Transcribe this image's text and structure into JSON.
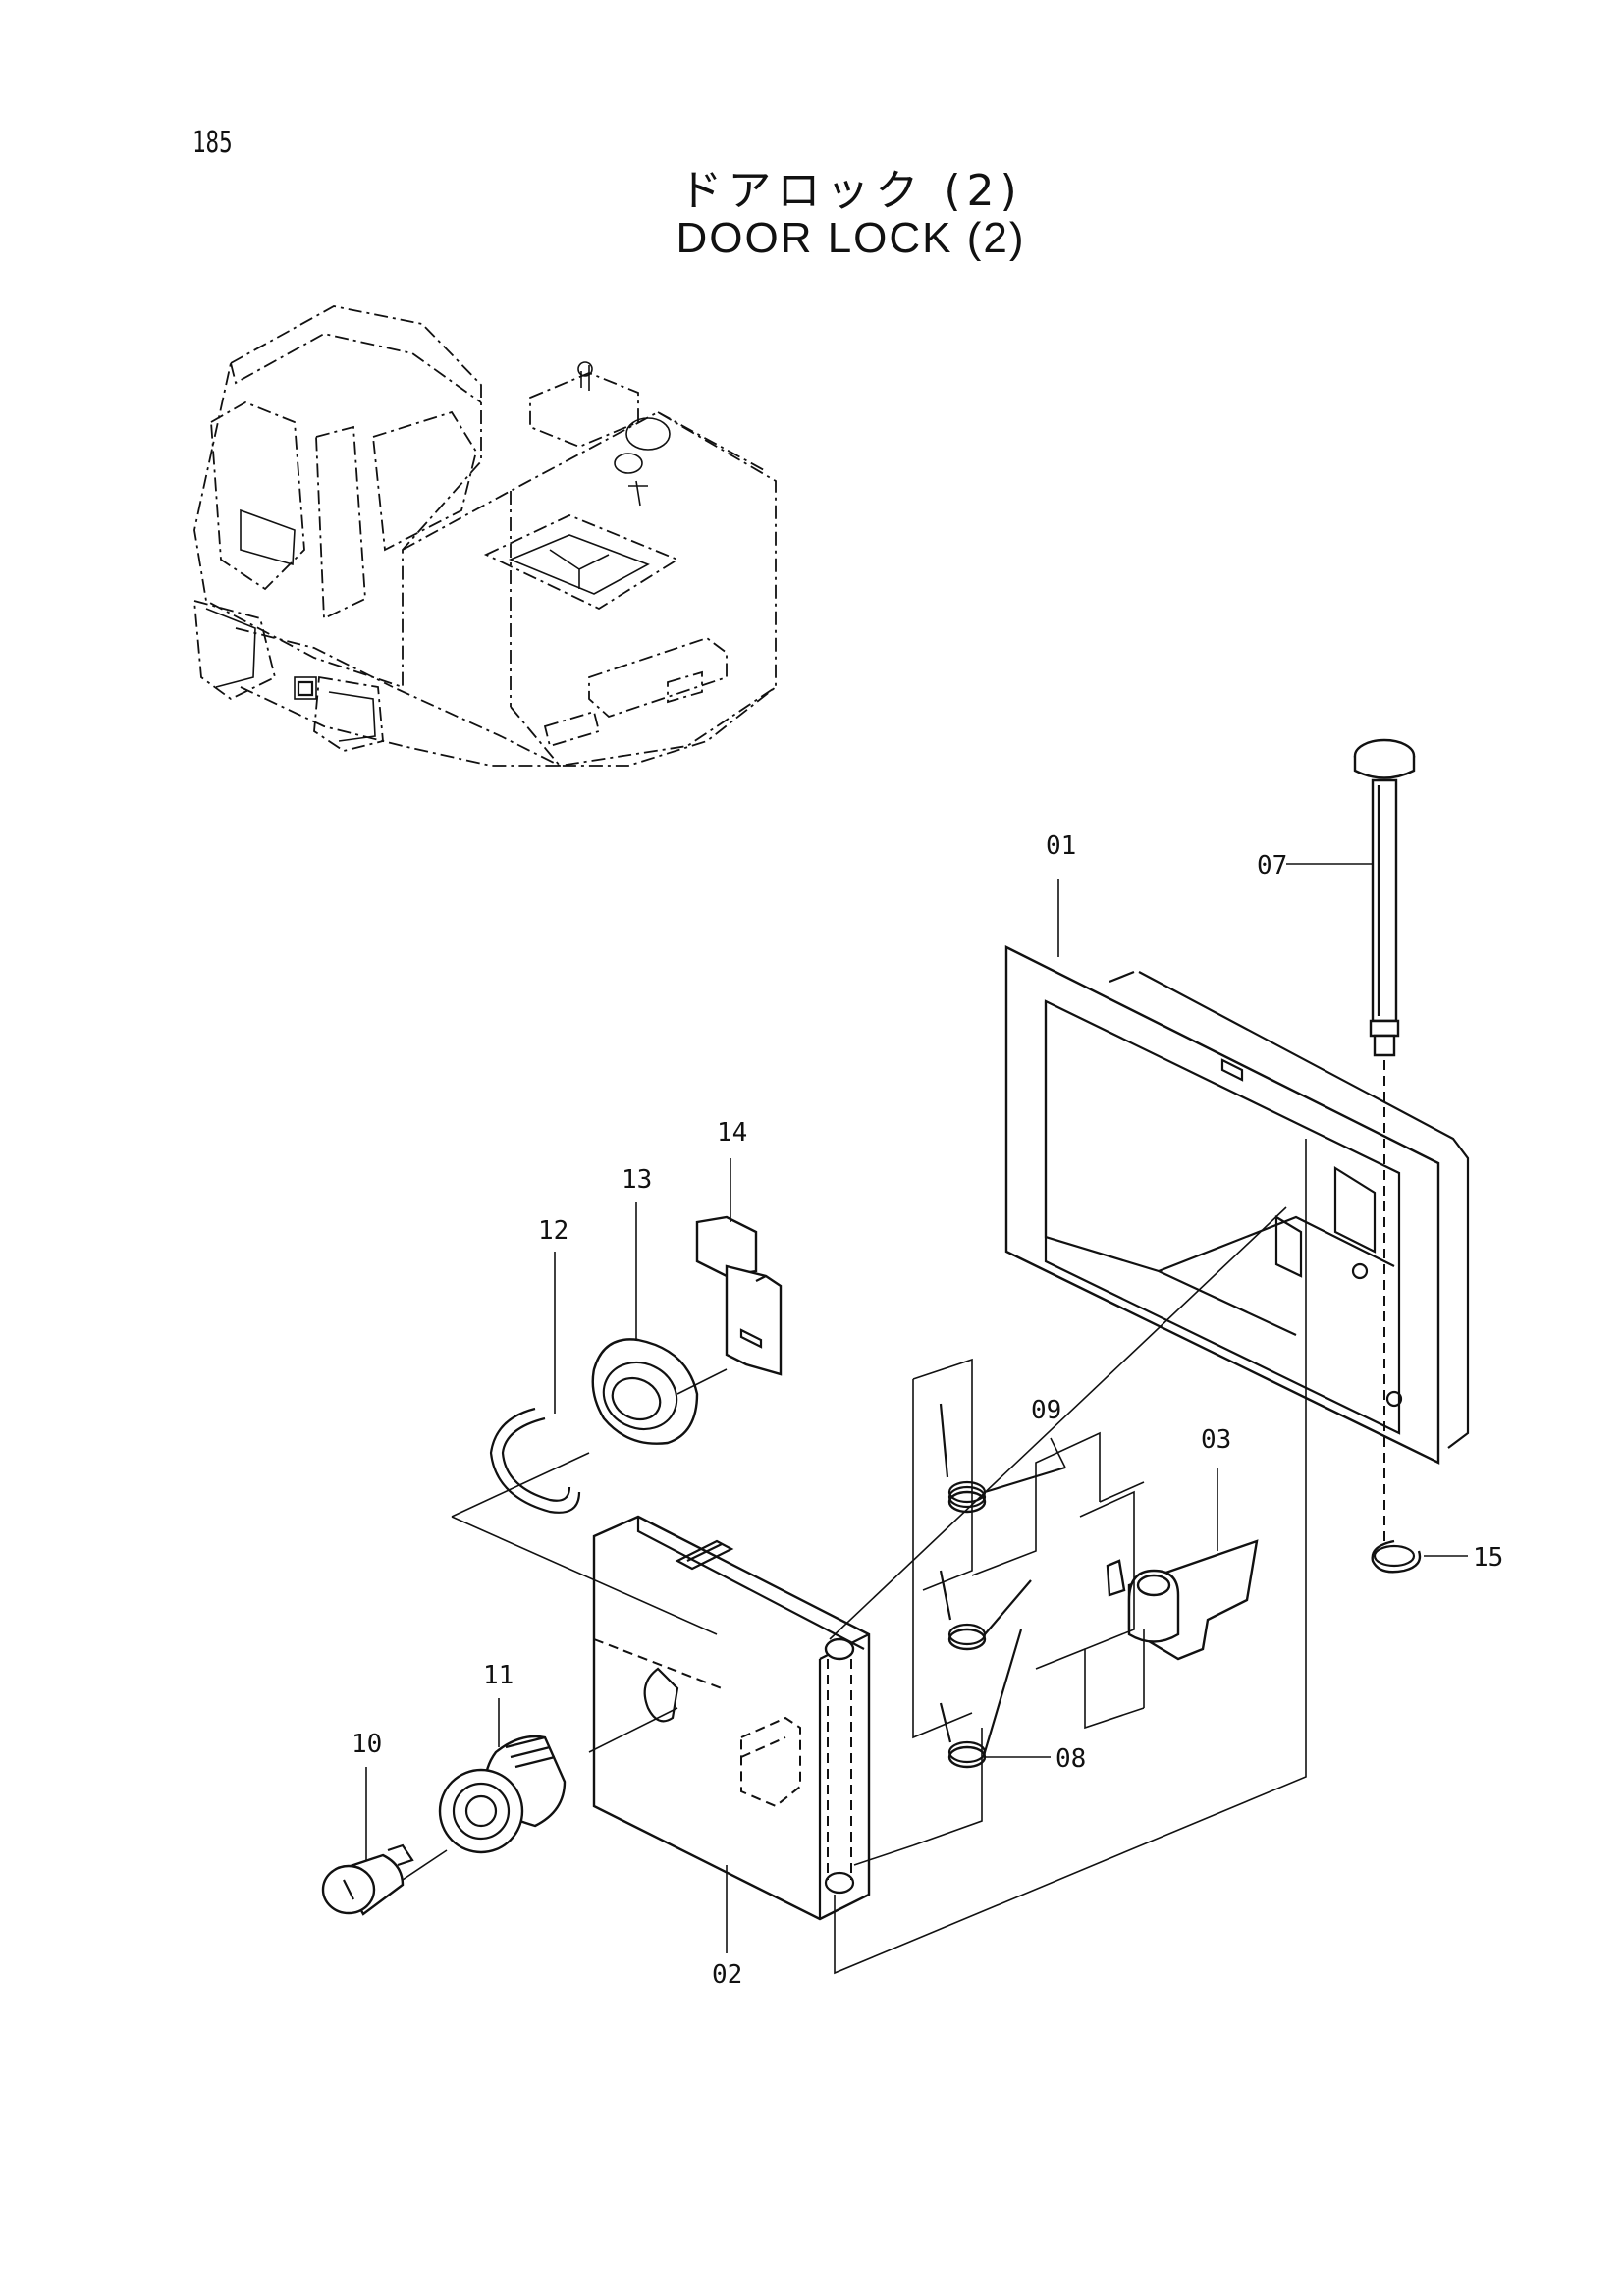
{
  "page_number": "185",
  "title_jp": "ドアロック (2)",
  "title_en": "DOOR LOCK (2)",
  "callouts": {
    "p01": "01",
    "p02": "02",
    "p03": "03",
    "p07": "07",
    "p08": "08",
    "p09": "09",
    "p10": "10",
    "p11": "11",
    "p12": "12",
    "p13": "13",
    "p14": "14",
    "p15": "15"
  }
}
